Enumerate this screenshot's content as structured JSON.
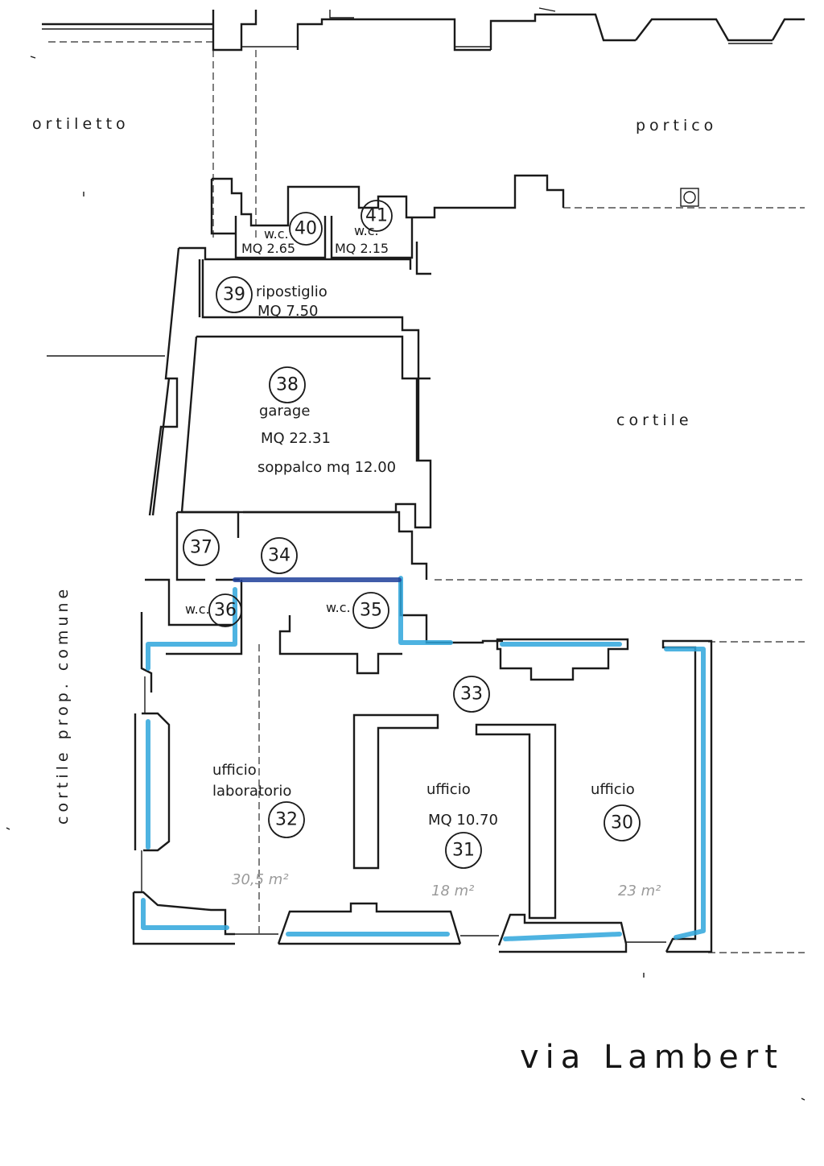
{
  "street": "via Lambert",
  "areas": {
    "cortiletto": "ortiletto",
    "portico": "portico",
    "cortile": "cortile",
    "cortile_comune": "cortile prop. comune"
  },
  "rooms": {
    "r40": {
      "number": "40",
      "label": "w.c.",
      "area": "MQ 2.65"
    },
    "r41": {
      "number": "41",
      "label": "w.c.",
      "area": "MQ 2.15"
    },
    "r39": {
      "number": "39",
      "label": "ripostiglio",
      "area": "MQ 7.50"
    },
    "r38": {
      "number": "38",
      "label": "garage",
      "area": "MQ 22.31",
      "extra": "soppalco mq 12.00"
    },
    "r37": {
      "number": "37"
    },
    "r34": {
      "number": "34"
    },
    "r36": {
      "number": "36",
      "label": "w.c."
    },
    "r35": {
      "number": "35",
      "label": "w.c."
    },
    "r33": {
      "number": "33"
    },
    "r32": {
      "number": "32",
      "label_line1": "ufficio",
      "label_line2": "laboratorio",
      "handwritten": "30,5 m²"
    },
    "r31": {
      "number": "31",
      "label": "ufficio",
      "area": "MQ 10.70",
      "handwritten": "18 m²"
    },
    "r30": {
      "number": "30",
      "label": "ufficio",
      "handwritten": "23 m²"
    }
  },
  "colors": {
    "ink": "#1a1a1a",
    "highlight_blue": "#2fa6dc",
    "highlight_dark_blue": "#1f3f9a"
  }
}
